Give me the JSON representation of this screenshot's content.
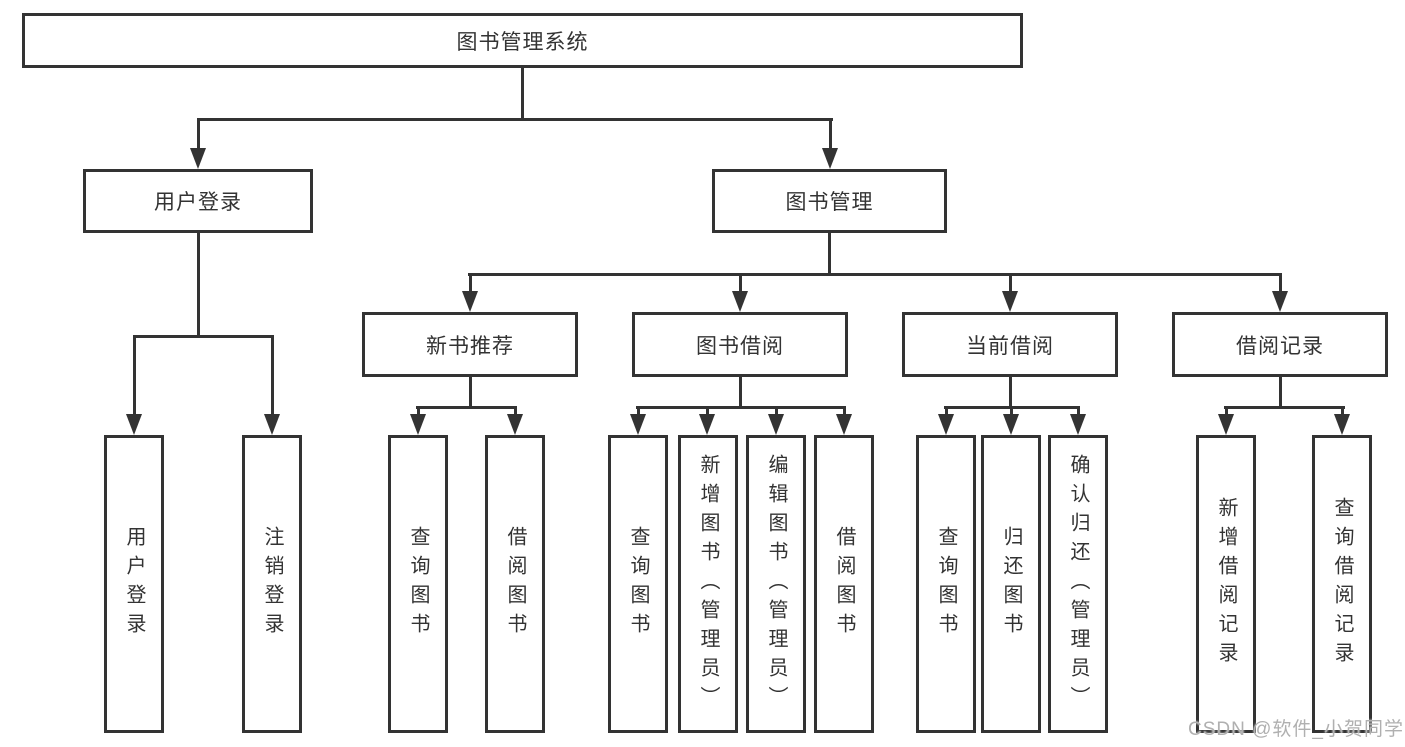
{
  "diagram": {
    "root": {
      "label": "图书管理系统"
    },
    "level2": [
      {
        "label": "用户登录"
      },
      {
        "label": "图书管理"
      }
    ],
    "level3": [
      {
        "label": "新书推荐"
      },
      {
        "label": "图书借阅"
      },
      {
        "label": "当前借阅"
      },
      {
        "label": "借阅记录"
      }
    ],
    "leaves": {
      "user_login": [
        "用户登录",
        "注销登录"
      ],
      "new_book": [
        "查询图书",
        "借阅图书"
      ],
      "book_borrow": [
        "查询图书",
        "新增图书（管理员）",
        "编辑图书（管理员）",
        "借阅图书"
      ],
      "current_borrow": [
        "查询图书",
        "归还图书",
        "确认归还（管理员）"
      ],
      "borrow_record": [
        "新增借阅记录",
        "查询借阅记录"
      ]
    },
    "colors": {
      "line": "#333333",
      "text": "#333333",
      "background": "#ffffff",
      "watermark": "#b0b0b0"
    }
  },
  "watermark": {
    "text": "CSDN @软件_小贺同学"
  }
}
